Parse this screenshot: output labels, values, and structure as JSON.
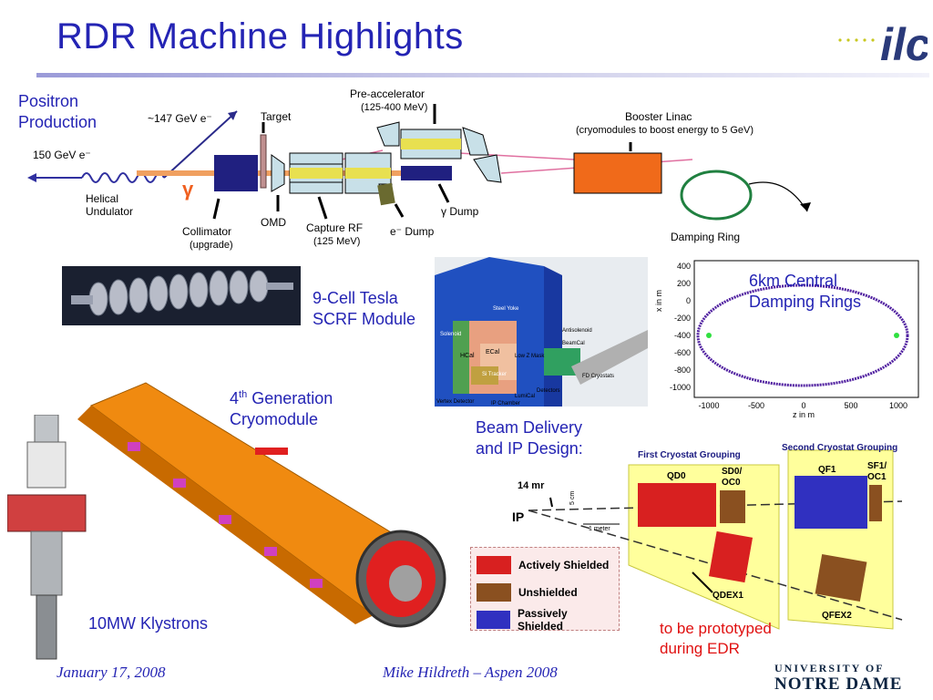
{
  "slide": {
    "title": "RDR Machine Highlights",
    "footer_date": "January 17, 2008",
    "footer_center": "Mike Hildreth – Aspen 2008",
    "logo_ilc": "ilc",
    "logo_nd_line1": "UNIVERSITY OF",
    "logo_nd_line2": "NOTRE DAME"
  },
  "labels": {
    "positron": "Positron Production",
    "tesla": "9-Cell Tesla SCRF Module",
    "damping": "6km Central Damping Rings",
    "cryo_gen": "4",
    "cryo_sup": "th",
    "cryo_rest": " Generation",
    "cryo_line2": "Cryomodule",
    "bds": "Beam Delivery and IP Design:",
    "klystrons": "10MW Klystrons",
    "prototyped": "to be prototyped during EDR"
  },
  "positron_diagram": {
    "e150": "150 GeV e⁻",
    "e147": "~147 GeV e⁻",
    "helical": "Helical",
    "undulator": "Undulator",
    "gamma": "γ",
    "collimator": "Collimator",
    "upgrade": "(upgrade)",
    "target": "Target",
    "omd": "OMD",
    "capture": "Capture RF",
    "capture_e": "(125 MeV)",
    "preacc": "Pre-accelerator",
    "preacc_e": "(125-400 MeV)",
    "edump": "e⁻ Dump",
    "gdump": "γ Dump",
    "booster": "Booster Linac",
    "booster_note": "(cryomodules to boost energy to 5 GeV)",
    "damping_ring": "Damping Ring"
  },
  "detector_labels": {
    "steel": "Steel Yoke",
    "solenoid": "Solenoid",
    "hcal": "HCal",
    "ecal": "ECal",
    "lowz": "Low Z Mask",
    "antisol": "Antisolenoid",
    "beamcal": "BeamCal",
    "fdcry": "FD Cryostats",
    "sitracker": "Si Tracker",
    "detectors": "Detectors",
    "lumical": "LumiCal",
    "vertex": "Vertex Detector",
    "ipch": "IP Chamber"
  },
  "ring_plot": {
    "y_ticks": [
      "400",
      "200",
      "0",
      "-200",
      "-400",
      "-600",
      "-800",
      "-1000"
    ],
    "x_ticks": [
      "-1000",
      "-500",
      "0",
      "500",
      "1000"
    ],
    "ylabel": "x in m",
    "xlabel": "z in m"
  },
  "bds_diagram": {
    "first_group": "First Cryostat Grouping",
    "second_group": "Second Cryostat Grouping",
    "qd0": "QD0",
    "sd0": "SD0/",
    "oc0": "OC0",
    "qf1": "QF1",
    "sf1": "SF1/",
    "oc1": "OC1",
    "qdex1": "QDEX1",
    "qfex2": "QFEX2",
    "mr": "14 mr",
    "ip": "IP",
    "cm": "5 cm",
    "meter": "1 meter",
    "legend": [
      {
        "label": "Actively Shielded",
        "color": "#d82020"
      },
      {
        "label": "Unshielded",
        "color": "#8a5020"
      },
      {
        "label": "Passively Shielded",
        "color": "#3030c0"
      }
    ]
  },
  "colors": {
    "title": "#2424b4",
    "accent_red": "#e01010",
    "booster": "#f06a1a",
    "cryomodule": "#f08a10"
  }
}
